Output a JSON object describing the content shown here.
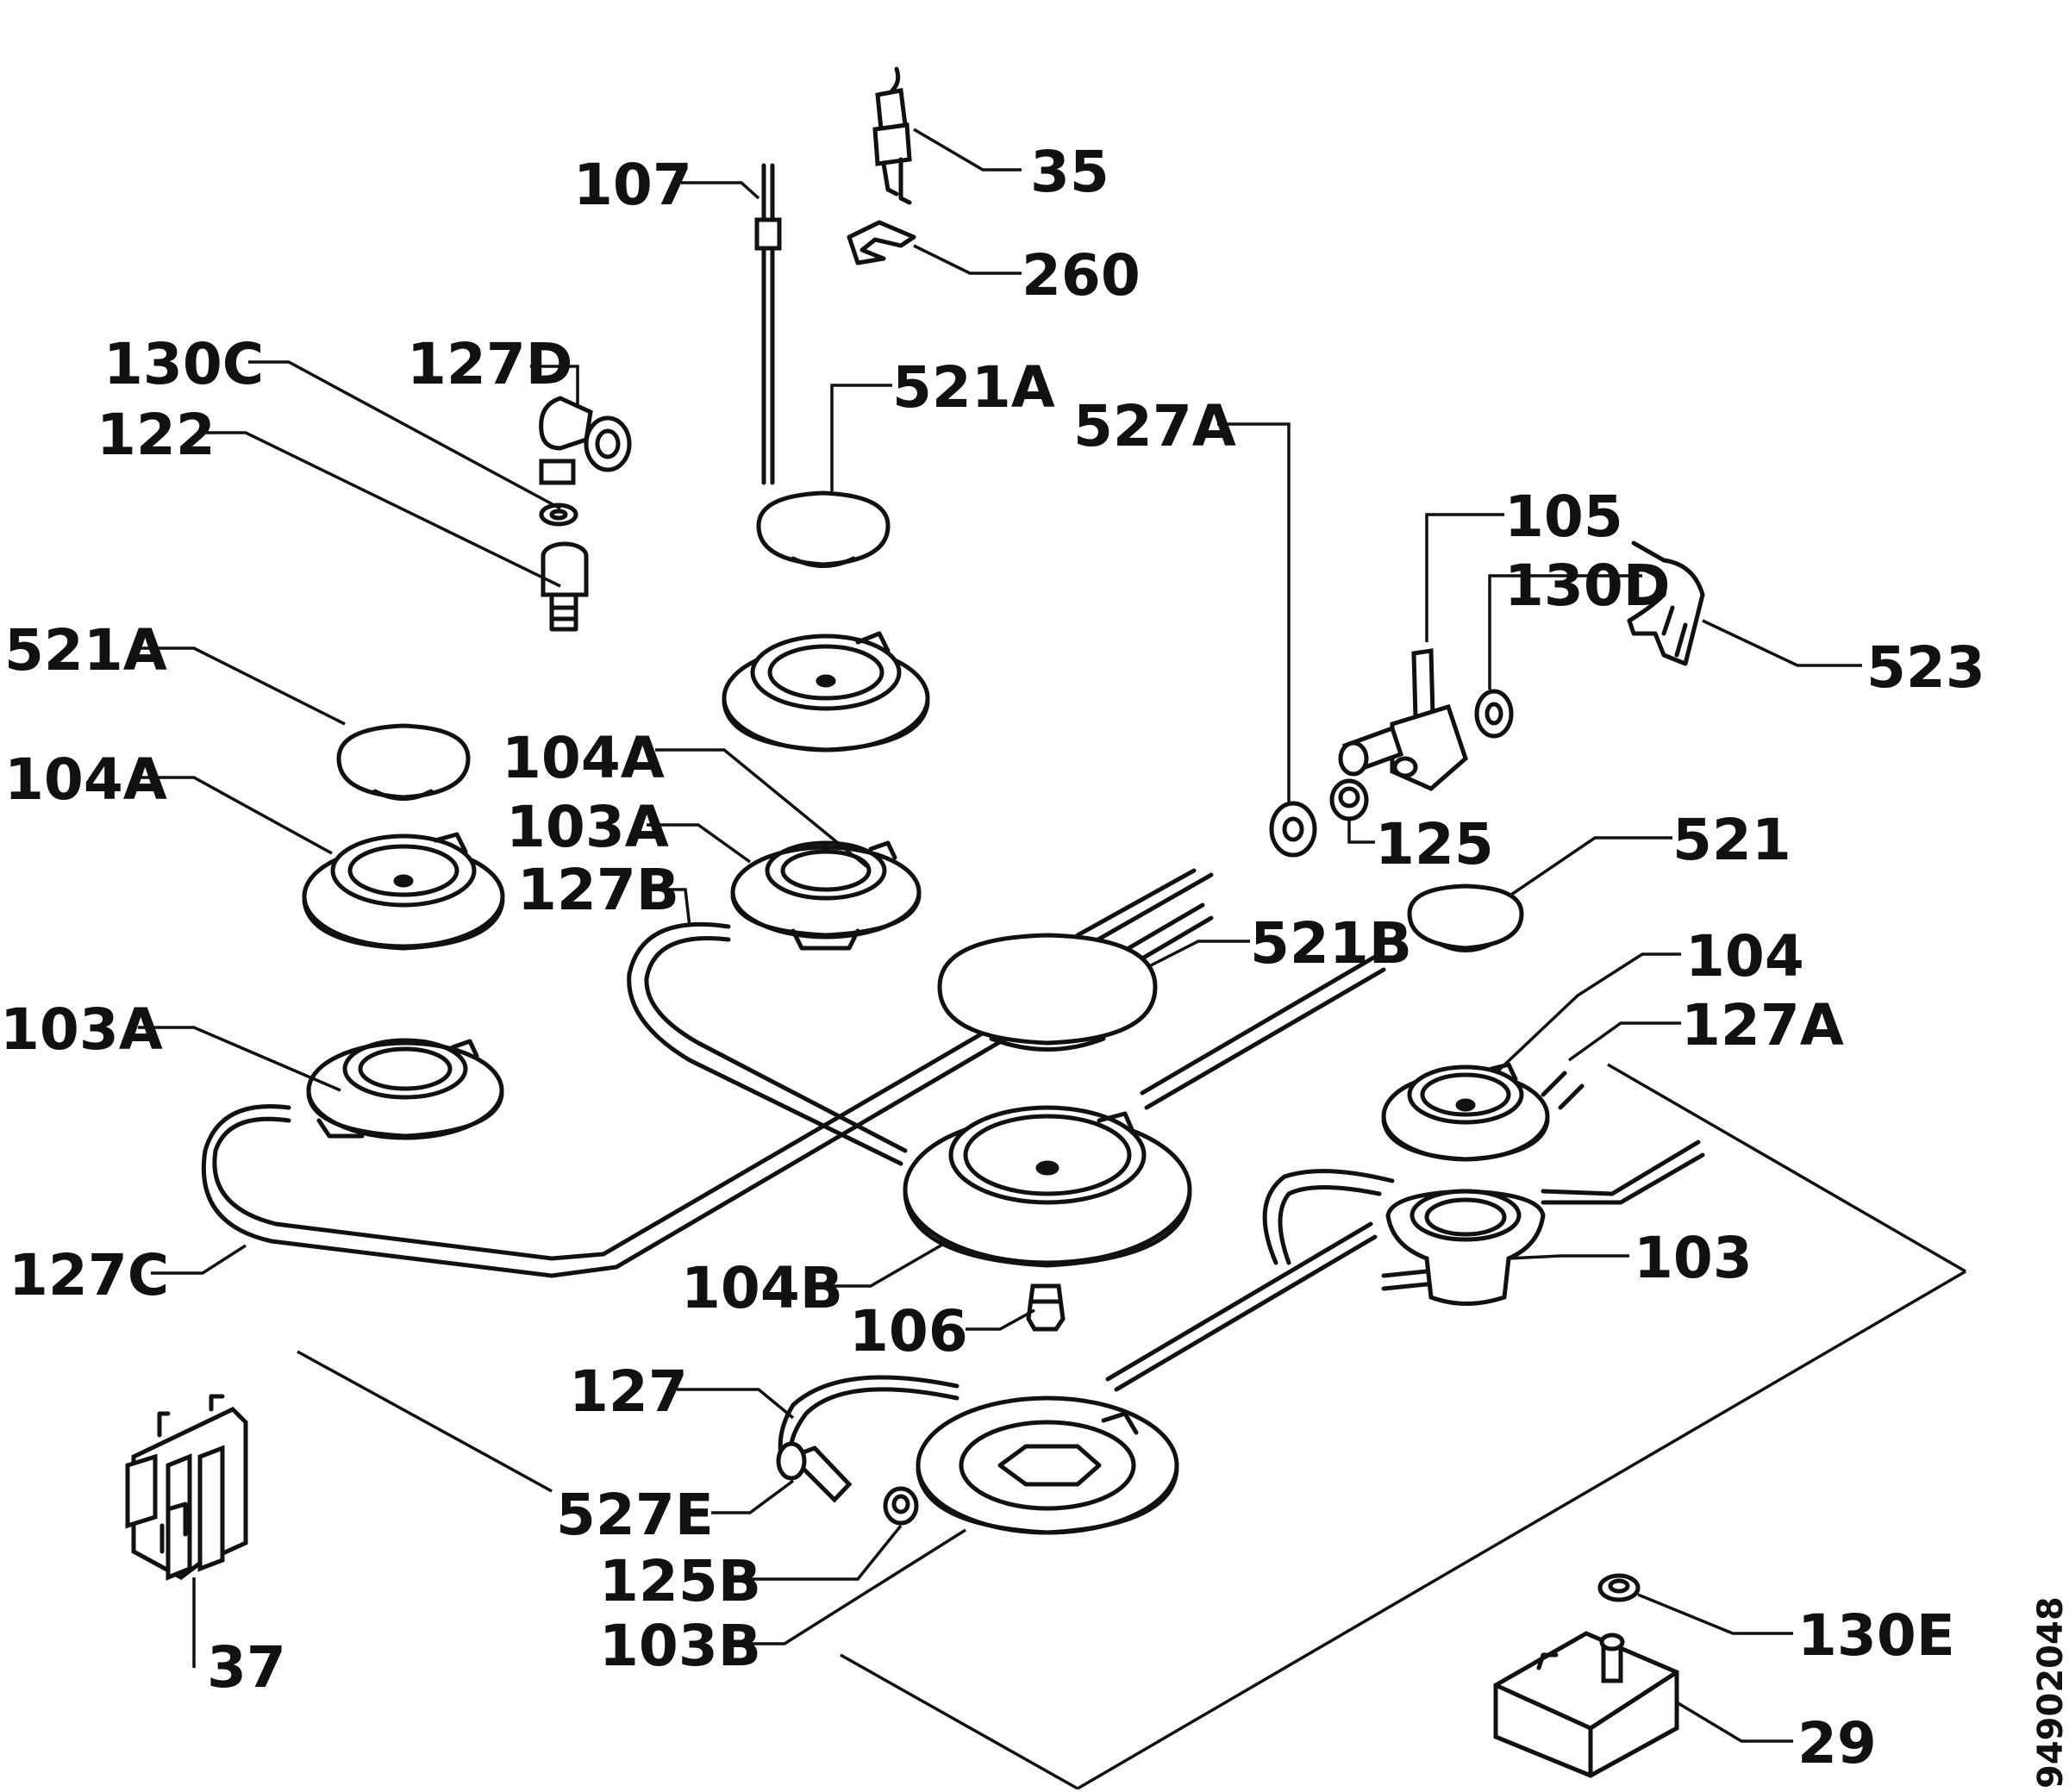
{
  "labels": {
    "l107": "107",
    "l35": "35",
    "l260": "260",
    "l130C": "130C",
    "l127D": "127D",
    "l122": "122",
    "l521A_top": "521A",
    "l527A": "527A",
    "l105": "105",
    "l130D": "130D",
    "l523": "523",
    "l521A_left": "521A",
    "l104A_mid": "104A",
    "l104A_left": "104A",
    "l103A_mid": "103A",
    "l127B": "127B",
    "l125": "125",
    "l521": "521",
    "l521B": "521B",
    "l104": "104",
    "l127A": "127A",
    "l103A_left": "103A",
    "l127C": "127C",
    "l104B": "104B",
    "l103": "103",
    "l106": "106",
    "l127": "127",
    "l527E": "527E",
    "l125B": "125B",
    "l103B": "103B",
    "l37": "37",
    "l130E": "130E",
    "l29": "29"
  },
  "document_number": "94902048"
}
